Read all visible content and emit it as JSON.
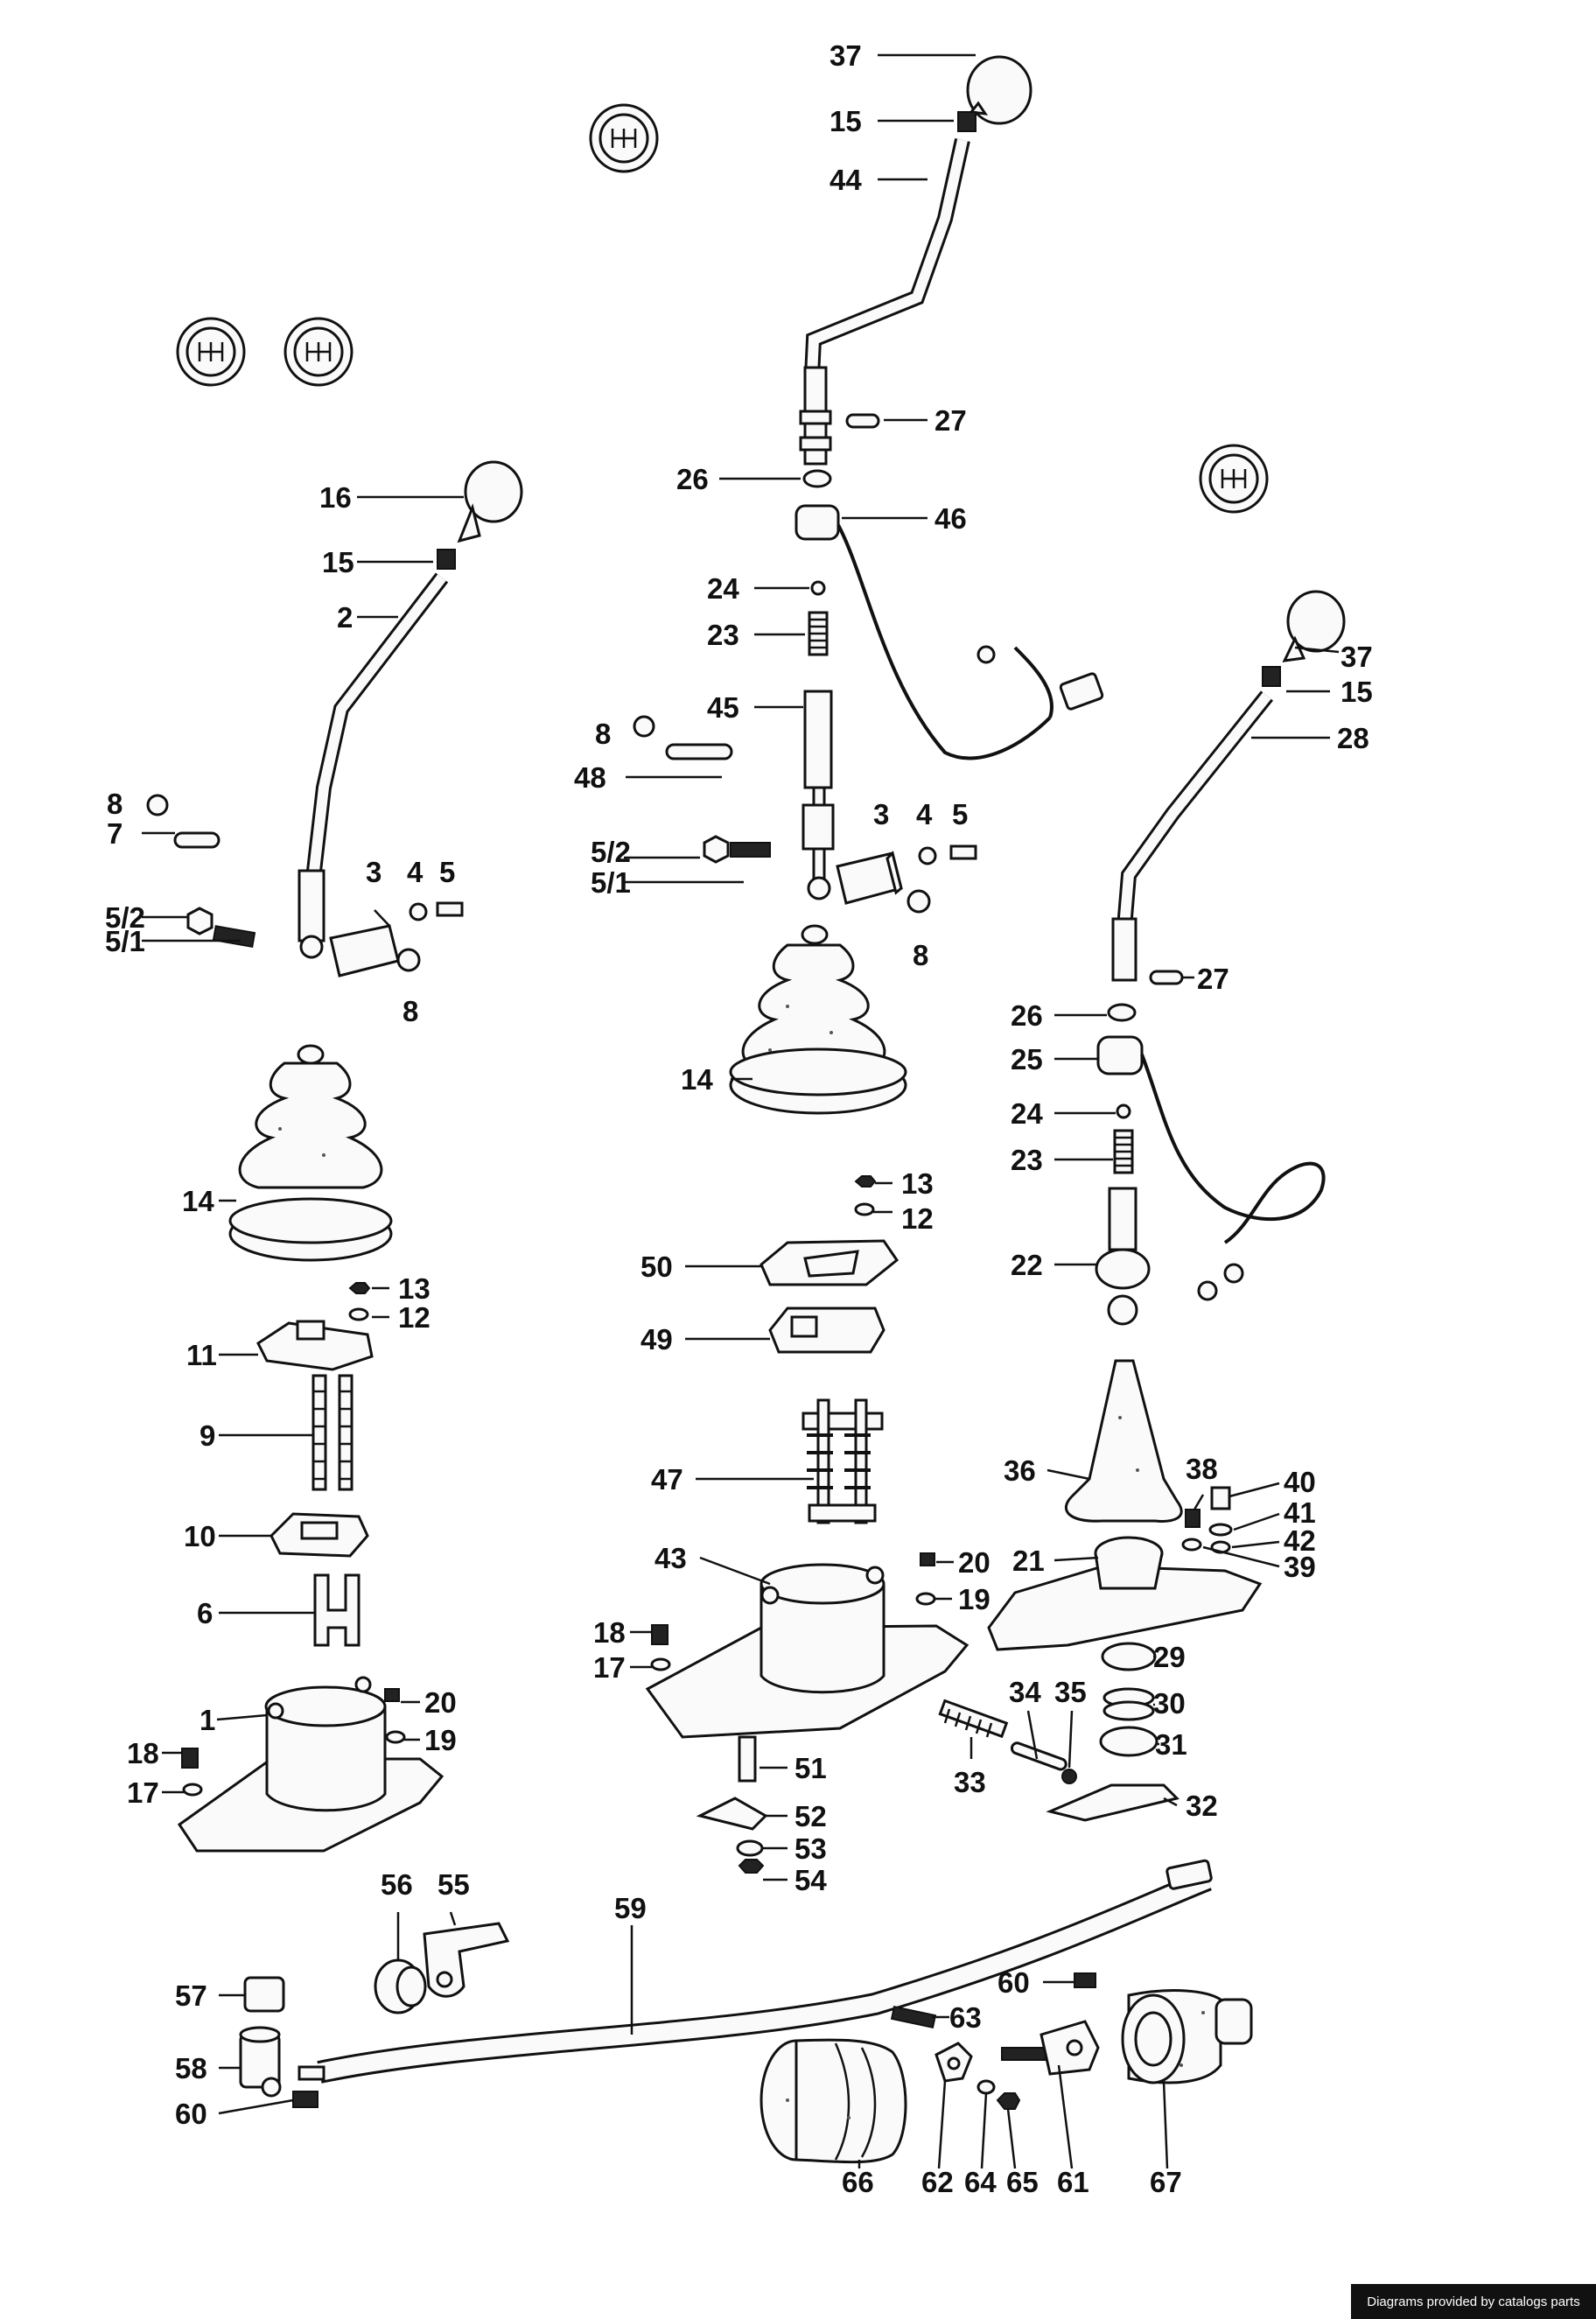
{
  "callouts": [
    {
      "id": "c37a",
      "text": "37"
    },
    {
      "id": "c15a",
      "text": "15"
    },
    {
      "id": "c44",
      "text": "44"
    },
    {
      "id": "c27a",
      "text": "27"
    },
    {
      "id": "c26a",
      "text": "26"
    },
    {
      "id": "c46",
      "text": "46"
    },
    {
      "id": "c24a",
      "text": "24"
    },
    {
      "id": "c23a",
      "text": "23"
    },
    {
      "id": "c45",
      "text": "45"
    },
    {
      "id": "c8a",
      "text": "8"
    },
    {
      "id": "c48",
      "text": "48"
    },
    {
      "id": "c3a",
      "text": "3"
    },
    {
      "id": "c4a",
      "text": "4"
    },
    {
      "id": "c5a",
      "text": "5"
    },
    {
      "id": "c52a",
      "text": "5/2"
    },
    {
      "id": "c51a",
      "text": "5/1"
    },
    {
      "id": "c8b",
      "text": "8"
    },
    {
      "id": "c14a",
      "text": "14"
    },
    {
      "id": "c13a",
      "text": "13"
    },
    {
      "id": "c12a",
      "text": "12"
    },
    {
      "id": "c50",
      "text": "50"
    },
    {
      "id": "c49",
      "text": "49"
    },
    {
      "id": "c47",
      "text": "47"
    },
    {
      "id": "c43",
      "text": "43"
    },
    {
      "id": "c20a",
      "text": "20"
    },
    {
      "id": "c19a",
      "text": "19"
    },
    {
      "id": "c18a",
      "text": "18"
    },
    {
      "id": "c17a",
      "text": "17"
    },
    {
      "id": "c51",
      "text": "51"
    },
    {
      "id": "c52",
      "text": "52"
    },
    {
      "id": "c53",
      "text": "53"
    },
    {
      "id": "c54",
      "text": "54"
    },
    {
      "id": "c16",
      "text": "16"
    },
    {
      "id": "c15b",
      "text": "15"
    },
    {
      "id": "c2",
      "text": "2"
    },
    {
      "id": "c8c",
      "text": "8"
    },
    {
      "id": "c7",
      "text": "7"
    },
    {
      "id": "c3b",
      "text": "3"
    },
    {
      "id": "c4b",
      "text": "4"
    },
    {
      "id": "c5b",
      "text": "5"
    },
    {
      "id": "c52b",
      "text": "5/2"
    },
    {
      "id": "c51b",
      "text": "5/1"
    },
    {
      "id": "c8d",
      "text": "8"
    },
    {
      "id": "c14b",
      "text": "14"
    },
    {
      "id": "c13b",
      "text": "13"
    },
    {
      "id": "c12b",
      "text": "12"
    },
    {
      "id": "c11",
      "text": "11"
    },
    {
      "id": "c9",
      "text": "9"
    },
    {
      "id": "c10",
      "text": "10"
    },
    {
      "id": "c6",
      "text": "6"
    },
    {
      "id": "c1",
      "text": "1"
    },
    {
      "id": "c20b",
      "text": "20"
    },
    {
      "id": "c19b",
      "text": "19"
    },
    {
      "id": "c18b",
      "text": "18"
    },
    {
      "id": "c17b",
      "text": "17"
    },
    {
      "id": "c37b",
      "text": "37"
    },
    {
      "id": "c15c",
      "text": "15"
    },
    {
      "id": "c28",
      "text": "28"
    },
    {
      "id": "c27b",
      "text": "27"
    },
    {
      "id": "c26b",
      "text": "26"
    },
    {
      "id": "c25",
      "text": "25"
    },
    {
      "id": "c24b",
      "text": "24"
    },
    {
      "id": "c23b",
      "text": "23"
    },
    {
      "id": "c22",
      "text": "22"
    },
    {
      "id": "c36",
      "text": "36"
    },
    {
      "id": "c38",
      "text": "38"
    },
    {
      "id": "c40",
      "text": "40"
    },
    {
      "id": "c41",
      "text": "41"
    },
    {
      "id": "c42",
      "text": "42"
    },
    {
      "id": "c21",
      "text": "21"
    },
    {
      "id": "c39",
      "text": "39"
    },
    {
      "id": "c29",
      "text": "29"
    },
    {
      "id": "c34",
      "text": "34"
    },
    {
      "id": "c35",
      "text": "35"
    },
    {
      "id": "c30",
      "text": "30"
    },
    {
      "id": "c31",
      "text": "31"
    },
    {
      "id": "c33",
      "text": "33"
    },
    {
      "id": "c32",
      "text": "32"
    },
    {
      "id": "c56",
      "text": "56"
    },
    {
      "id": "c55",
      "text": "55"
    },
    {
      "id": "c59",
      "text": "59"
    },
    {
      "id": "c57",
      "text": "57"
    },
    {
      "id": "c58",
      "text": "58"
    },
    {
      "id": "c60a",
      "text": "60"
    },
    {
      "id": "c60b",
      "text": "60"
    },
    {
      "id": "c63",
      "text": "63"
    },
    {
      "id": "c66",
      "text": "66"
    },
    {
      "id": "c62",
      "text": "62"
    },
    {
      "id": "c64",
      "text": "64"
    },
    {
      "id": "c65",
      "text": "65"
    },
    {
      "id": "c61",
      "text": "61"
    },
    {
      "id": "c67",
      "text": "67"
    }
  ],
  "credit": "Diagrams provided by catalogs parts"
}
